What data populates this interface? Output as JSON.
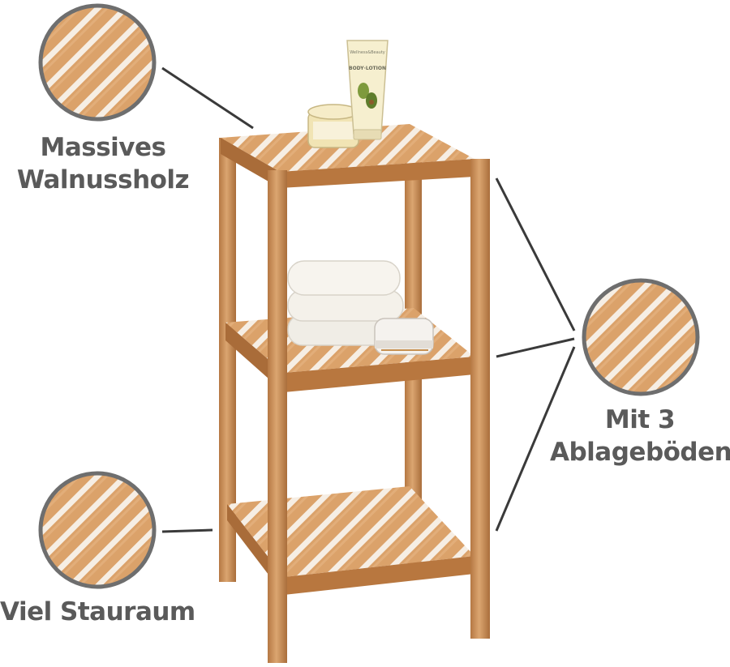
{
  "labels": {
    "material": {
      "line1": "Massives",
      "line2": "Walnussholz"
    },
    "shelves": {
      "line1": "Mit 3",
      "line2": "Ablageböden"
    },
    "storage": {
      "line1": "Viel Stauraum"
    }
  },
  "products": {
    "tube_text": "BODY·LOTION",
    "tube_brand": "Wellness&Beauty"
  },
  "icons": [
    "walnut-slats-zoom-icon",
    "shelf-slats-zoom-icon",
    "bottom-slats-zoom-icon"
  ],
  "colors": {
    "wood_light": "#d9a36a",
    "wood_mid": "#c28450",
    "wood_dark": "#9a6436",
    "label_text": "#5a5a5a",
    "lines": "#3a3a3a",
    "circle_ring": "#6e6e6e",
    "towel": "#f3f1ec"
  }
}
